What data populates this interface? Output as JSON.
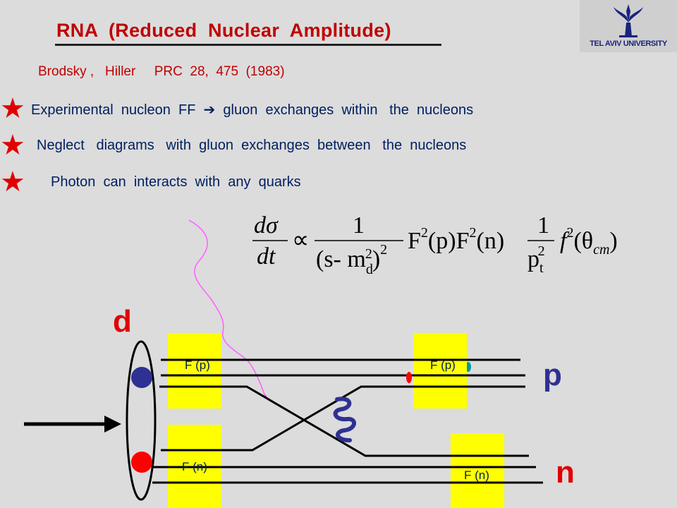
{
  "title": "RNA  (Reduced  Nuclear  Amplitude)",
  "reference": "Brodsky ,   Hiller     PRC  28,  475  (1983)",
  "logo": {
    "text": "TEL AVIV UNIVERSITY"
  },
  "bullets": [
    {
      "icon": "star-icon",
      "text": "Experimental  nucleon  FF  ➔  gluon  exchanges  within   the  nucleons"
    },
    {
      "icon": "star-icon",
      "text": "Neglect   diagrams   with  gluon  exchanges  between   the  nucleons"
    },
    {
      "icon": "star-icon",
      "text": "Photon  can  interacts  with  any  quarks"
    }
  ],
  "diagram": {
    "deuteron_label": "d",
    "proton_label": "p",
    "neutron_label": "n",
    "form_factor_boxes": [
      "F (p)",
      "F (n)",
      "F (p)",
      "F (n)"
    ]
  },
  "formula": {
    "lhs_num": "dσ",
    "lhs_den": "dt",
    "propto": "∝",
    "frac1_num": "1",
    "frac1_den_main": "(s- m",
    "frac1_den_sub": "d",
    "frac1_den_sup": "2",
    "frac1_den_close": ")",
    "frac1_den_outer_sup": "2",
    "ff_p": "F",
    "ff_p_sup": "2",
    "ff_p_arg": "(p)",
    "ff_n": "F",
    "ff_n_sup": "2",
    "ff_n_arg": "(n)",
    "frac2_num": "1",
    "frac2_den": "p",
    "frac2_den_sub": "t",
    "frac2_den_sup": "2",
    "f": "f",
    "f_sup": "2",
    "f_arg_open": "(θ",
    "f_arg_sub": "cm",
    "f_arg_close": ")"
  },
  "colors": {
    "title": "#c00000",
    "text": "#002060",
    "star": "#e00000",
    "box": "#ffff00",
    "quark_blue": "#2e3192",
    "quark_red": "#ff0000",
    "photon": "#ff66ff",
    "gluon": "#2e3192"
  }
}
